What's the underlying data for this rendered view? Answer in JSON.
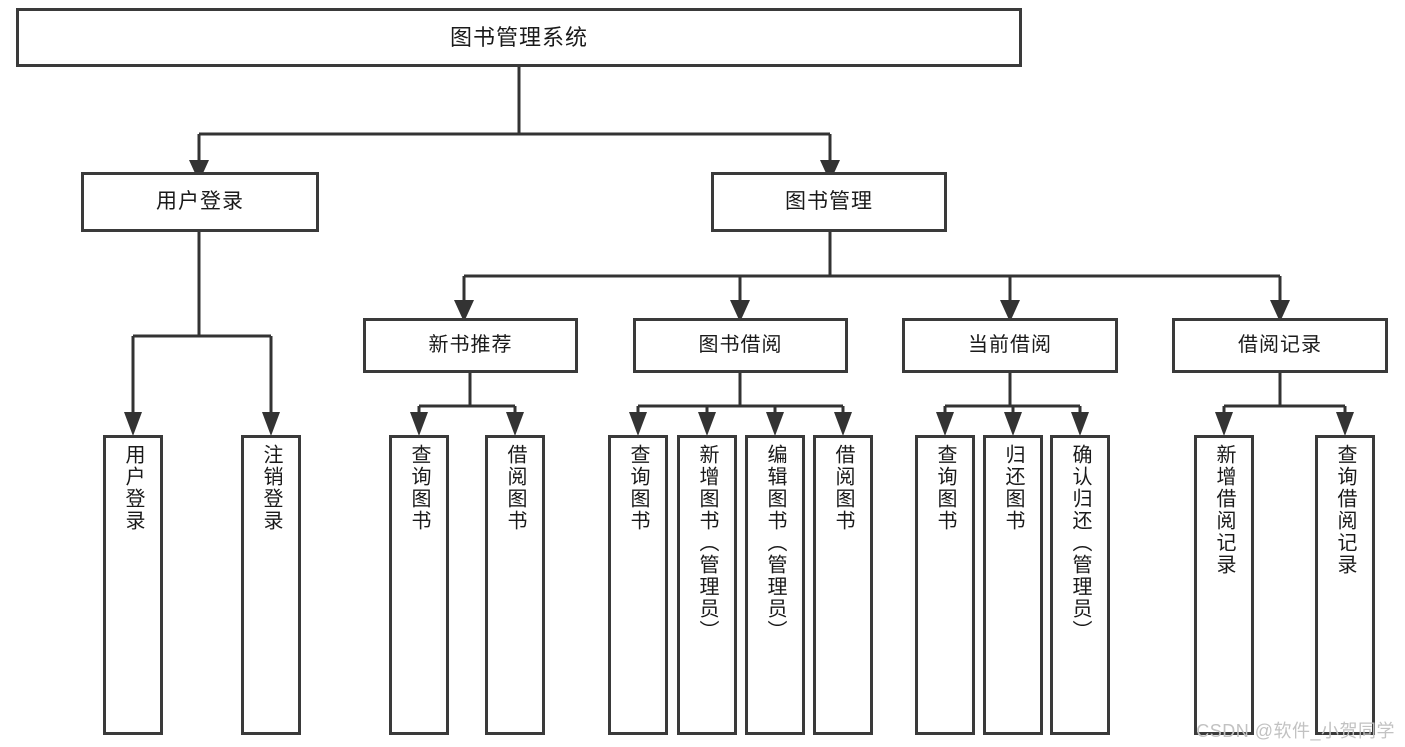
{
  "diagram": {
    "title": "图书管理系统",
    "watermark": "CSDN @软件_小贺同学",
    "colors": {
      "box_border": "#3a3a3a",
      "connector": "#333333",
      "background": "#ffffff",
      "text": "#1a1a1a",
      "watermark": "#c2c2c2"
    },
    "root": {
      "label": "图书管理系统"
    },
    "level2": [
      {
        "label": "用户登录"
      },
      {
        "label": "图书管理"
      }
    ],
    "level3": [
      {
        "label": "新书推荐"
      },
      {
        "label": "图书借阅"
      },
      {
        "label": "当前借阅"
      },
      {
        "label": "借阅记录"
      }
    ],
    "leaves": {
      "user_login": [
        {
          "label": "用户登录"
        },
        {
          "label": "注销登录"
        }
      ],
      "new_book_recommend": [
        {
          "label": "查询图书"
        },
        {
          "label": "借阅图书"
        }
      ],
      "book_borrow": [
        {
          "label": "查询图书"
        },
        {
          "label": "新增图书（管理员）"
        },
        {
          "label": "编辑图书（管理员）"
        },
        {
          "label": "借阅图书"
        }
      ],
      "current_borrow": [
        {
          "label": "查询图书"
        },
        {
          "label": "归还图书"
        },
        {
          "label": "确认归还（管理员）"
        }
      ],
      "borrow_record": [
        {
          "label": "新增借阅记录"
        },
        {
          "label": "查询借阅记录"
        }
      ]
    }
  }
}
